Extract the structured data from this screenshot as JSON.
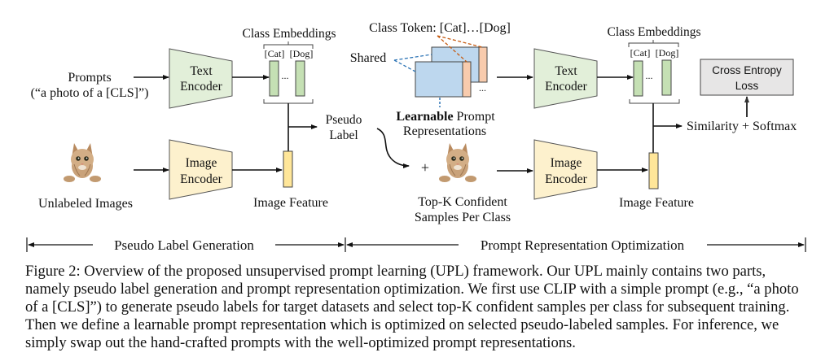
{
  "figure": {
    "left": {
      "prompts_line1": "Prompts",
      "prompts_line2": "(“a photo of a [CLS]”)",
      "text_encoder_line1": "Text",
      "text_encoder_line2": "Encoder",
      "image_encoder_line1": "Image",
      "image_encoder_line2": "Encoder",
      "class_embeddings": "Class Embeddings",
      "cat_label": "[Cat]",
      "dog_label": "[Dog]",
      "ellipsis": "...",
      "unlabeled_images": "Unlabeled Images",
      "image_feature": "Image Feature",
      "pseudo_line1": "Pseudo",
      "pseudo_line2": "Label"
    },
    "middle": {
      "class_token": "Class Token: [Cat]…[Dog]",
      "shared": "Shared",
      "learnable_bold": "Learnable",
      "learnable_rest": " Prompt",
      "representations": "Representations",
      "plus": "+",
      "topk_line1": "Top-K Confident",
      "topk_line2": "Samples Per Class",
      "dots": "..."
    },
    "right": {
      "text_encoder_line1": "Text",
      "text_encoder_line2": "Encoder",
      "image_encoder_line1": "Image",
      "image_encoder_line2": "Encoder",
      "class_embeddings": "Class Embeddings",
      "cat_label": "[Cat]",
      "dog_label": "[Dog]",
      "ellipsis": "...",
      "image_feature": "Image Feature",
      "similarity": "Similarity + Softmax",
      "loss_line1": "Cross Entropy",
      "loss_line2": "Loss"
    },
    "stages": {
      "stage1": "Pseudo Label Generation",
      "stage2": "Prompt Representation Optimization"
    },
    "colors": {
      "text_encoder_fill": "#e2efd9",
      "image_encoder_fill": "#fdf1cd",
      "class_embed_fill": "#c5e0b4",
      "image_feature_fill": "#ffe699",
      "prompt_fill": "#bdd7ee",
      "token_fill": "#f8cbad",
      "shared_line": "#2e75b6",
      "token_line": "#c55a11",
      "loss_fill": "#e7e6e6"
    }
  },
  "caption": {
    "lines": [
      "Figure 2: Overview of the proposed unsupervised prompt learning (UPL) framework. Our UPL mainly contains two parts,",
      "namely pseudo label generation and prompt representation optimization. We first use CLIP with a simple prompt (e.g., “a photo",
      "of a [CLS]”) to generate pseudo labels for target datasets and select top-K confident samples per class for subsequent training.",
      "Then we define a learnable prompt representation which is optimized on selected pseudo-labeled samples. For inference, we",
      "simply swap out the hand-crafted prompts with the well-optimized prompt representations."
    ]
  }
}
